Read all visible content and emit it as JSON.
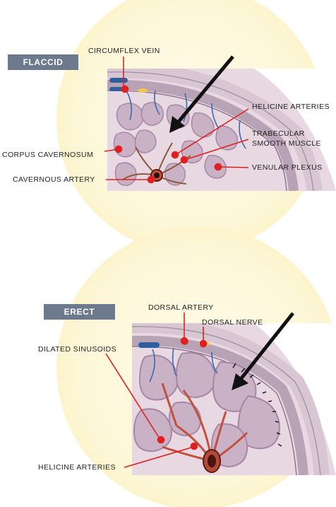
{
  "flaccid": {
    "state_label": "FLACCID",
    "labels": {
      "circumflex_vein": "CIRCUMFLEX VEIN",
      "helicine_arteries": "HELICINE ARTERIES",
      "trabecular_line1": "TRABECULAR",
      "trabecular_line2": "SMOOTH MUSCLE",
      "corpus_cavernosum": "CORPUS CAVERNOSUM",
      "venular_plexus": "VENULAR PLEXUS",
      "cavernous_artery": "CAVERNOUS ARTERY"
    }
  },
  "erect": {
    "state_label": "ERECT",
    "labels": {
      "dorsal_artery": "DORSAL ARTERY",
      "dorsal_nerve": "DORSAL NERVE",
      "dilated_sinusoids": "DILATED SINUSOIDS",
      "helicine_arteries": "HELICINE ARTERIES"
    }
  },
  "colors": {
    "background_glow": "#fdf6d3",
    "state_badge": "#6d7a8e",
    "tissue": "#c9b1c6",
    "tissue_dark": "#a787a5",
    "artery": "#c4503c",
    "vein": "#2f5f9c",
    "pointer_red": "#e02020",
    "arrow": "#111111"
  }
}
